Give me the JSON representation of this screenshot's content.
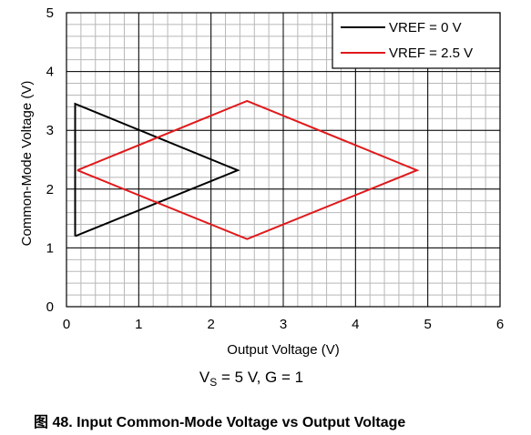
{
  "chart_data": {
    "type": "line",
    "xlabel": "Output Voltage (V)",
    "ylabel": "Common-Mode Voltage (V)",
    "xlim": [
      0,
      6
    ],
    "ylim": [
      0,
      5
    ],
    "x_ticks": [
      0,
      1,
      2,
      3,
      4,
      5,
      6
    ],
    "y_ticks": [
      0,
      1,
      2,
      3,
      4,
      5
    ],
    "grid": true,
    "minor_grid_per_major": 5,
    "legend_placement": "top-right",
    "series": [
      {
        "name": "VREF = 0 V",
        "color": "#000000",
        "points": [
          [
            0.12,
            1.2
          ],
          [
            0.12,
            3.45
          ],
          [
            2.37,
            2.32
          ],
          [
            0.12,
            1.2
          ]
        ]
      },
      {
        "name": "VREF = 2.5 V",
        "color": "#e0191b",
        "points": [
          [
            0.15,
            2.32
          ],
          [
            2.5,
            3.5
          ],
          [
            4.85,
            2.32
          ],
          [
            2.5,
            1.15
          ],
          [
            0.15,
            2.32
          ]
        ]
      }
    ]
  },
  "conditions": {
    "prefix": "V",
    "subscript": "S",
    "rest": " = 5 V, G = 1"
  },
  "caption": "图 48. Input Common-Mode Voltage vs Output Voltage"
}
